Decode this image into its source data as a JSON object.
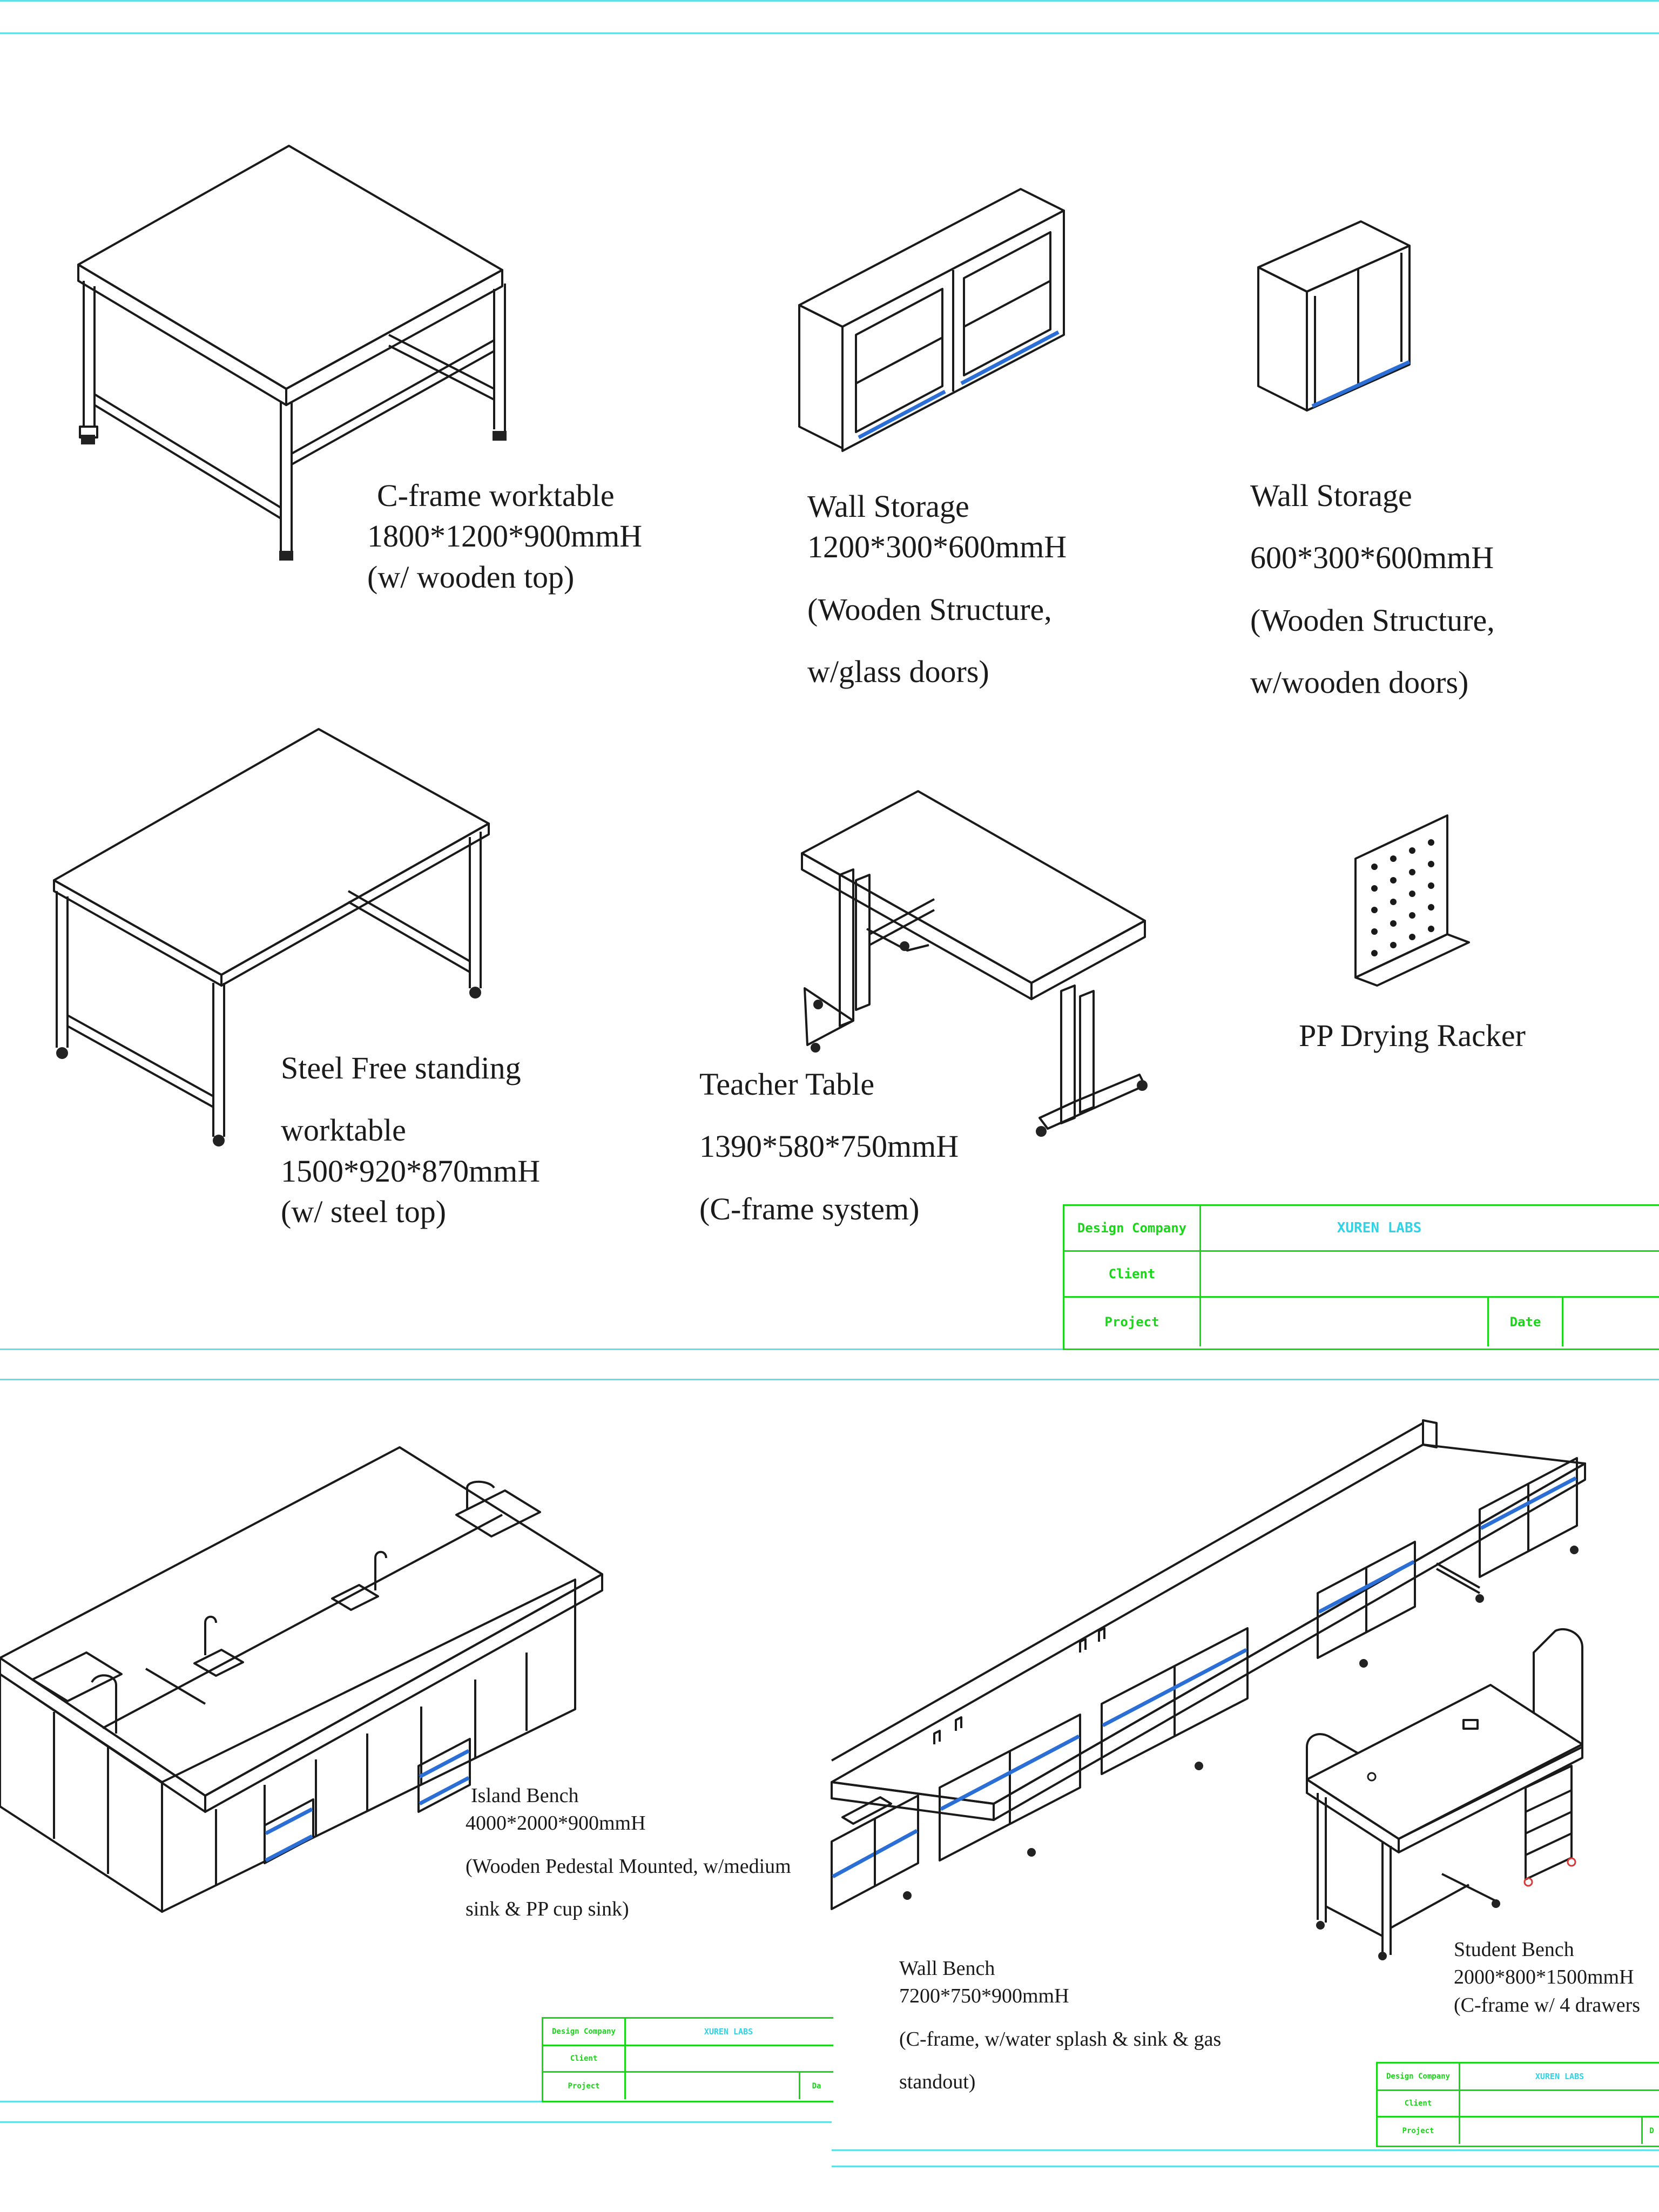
{
  "sheet_top": {
    "items": [
      {
        "lines": [
          "C-frame worktable",
          "1800*1200*900mmH",
          "(w/ wooden top)"
        ]
      },
      {
        "lines": [
          "Wall Storage",
          "1200*300*600mmH",
          "(Wooden Structure,",
          "w/glass doors)"
        ]
      },
      {
        "lines": [
          "Wall Storage",
          "600*300*600mmH",
          "(Wooden Structure,",
          "w/wooden doors)"
        ]
      },
      {
        "lines": [
          "Steel Free standing",
          "worktable",
          "1500*920*870mmH",
          "(w/ steel top)"
        ]
      },
      {
        "lines": [
          "Teacher Table",
          "1390*580*750mmH",
          "(C-frame system)"
        ]
      },
      {
        "lines": [
          "PP Drying Racker"
        ]
      }
    ],
    "title_block": {
      "design_company_label": "Design Company",
      "design_company_value": "XUREN LABS",
      "client_label": "Client",
      "project_label": "Project",
      "date_label": "Date"
    }
  },
  "sheet_bottom_left": {
    "item": {
      "lines": [
        "Island Bench",
        "4000*2000*900mmH",
        "(Wooden Pedestal Mounted, w/medium",
        "sink & PP cup sink)"
      ]
    },
    "title_block": {
      "design_company_label": "Design Company",
      "design_company_value": "XUREN LABS",
      "client_label": "Client",
      "project_label": "Project",
      "date_label": "Da"
    }
  },
  "sheet_bottom_right": {
    "items": [
      {
        "lines": [
          "Wall Bench",
          "7200*750*900mmH",
          "(C-frame, w/water splash & sink & gas",
          "standout)"
        ]
      },
      {
        "lines": [
          "Student Bench",
          "2000*800*1500mmH",
          "(C-frame w/ 4 drawers"
        ]
      }
    ],
    "title_block": {
      "design_company_label": "Design Company",
      "design_company_value": "XUREN LABS",
      "client_label": "Client",
      "project_label": "Project",
      "date_label": "D"
    }
  },
  "colors": {
    "sheet_rule": "#5ee0e6",
    "title_block_green": "#19d619",
    "company_cyan": "#2fd4e6",
    "accent_blue": "#2b6fd6"
  }
}
